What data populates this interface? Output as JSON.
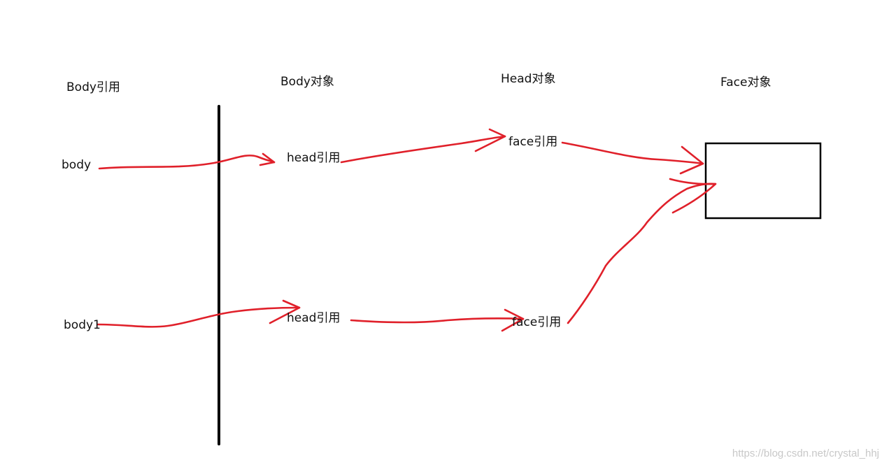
{
  "headers": {
    "body_ref": "Body引用",
    "body_obj": "Body对象",
    "head_obj": "Head对象",
    "face_obj": "Face对象"
  },
  "nodes": {
    "body": "body",
    "body1": "body1",
    "head_ref_top": "head引用",
    "head_ref_bottom": "head引用",
    "face_ref_top": "face引用",
    "face_ref_bottom": "face引用"
  },
  "colors": {
    "arrow": "#e0202a",
    "line": "#000000",
    "box_border": "#000000"
  },
  "watermark": "https://blog.csdn.net/crystal_hhj"
}
